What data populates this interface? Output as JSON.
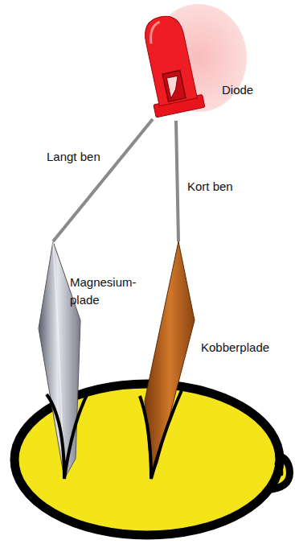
{
  "diagram": {
    "labels": [
      "Diode",
      "Langt ben",
      "Kort ben",
      "Magnesium- plade",
      "Kobberplade"
    ]
  }
}
